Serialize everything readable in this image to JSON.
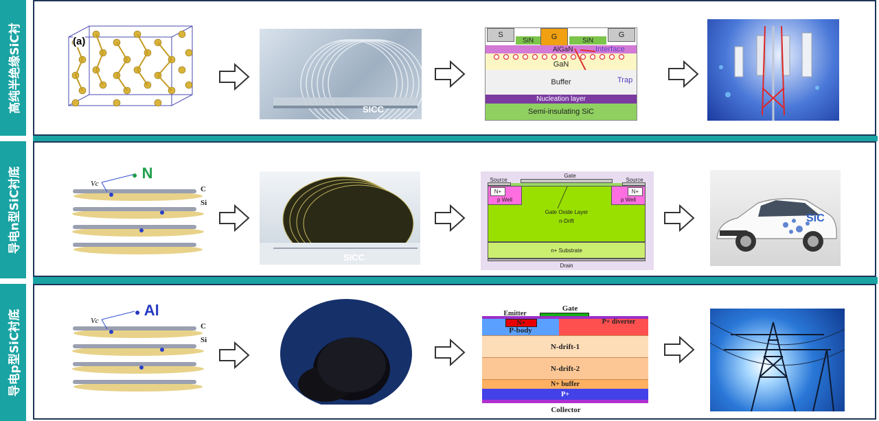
{
  "rows": [
    {
      "label": "高纯半绝缘SiC衬",
      "crystal_tag": "(a)",
      "wafer_text": "SICC",
      "device": {
        "top": [
          "S",
          "G",
          "G"
        ],
        "sin_left": "SiN",
        "sin_right": "SiN",
        "algan": "AlGaN",
        "interface": "Interface",
        "gan": "GaN",
        "buffer": "Buffer",
        "trap": "Trap",
        "nucleation": "Nucleation layer",
        "substrate": "Semi-insulating SiC"
      },
      "app_icon": "telecom-tower-image"
    },
    {
      "label": "导电n型SiC衬底",
      "dopant": "N",
      "vc": "Vc",
      "c_label": "C",
      "si_label": "Si",
      "wafer_text": "SICC",
      "device": {
        "gate": "Gate",
        "source_left": "Source",
        "source_right": "Source",
        "nplus_left": "N+",
        "nplus_right": "N+",
        "pwell_left": "p Well",
        "pwell_right": "p Well",
        "oxide": "Gate Oxide Layer",
        "drift": "n-Drift",
        "substrate": "n+ Substrate",
        "drain": "Drain"
      },
      "app_icon": "electric-car-image",
      "car_text": "SiC"
    },
    {
      "label": "导电p型SiC衬底",
      "dopant": "Al",
      "vc": "Vc",
      "c_label": "C",
      "si_label": "Si",
      "device": {
        "emitter": "Emitter",
        "gate": "Gate",
        "nplus": "N+",
        "pplus_diverter": "P+ diverter",
        "pbody": "P-body",
        "drift1": "N-drift-1",
        "drift2": "N-drift-2",
        "nbuffer": "N+ buffer",
        "pplus": "P+",
        "collector": "Collector"
      },
      "app_icon": "power-pylon-image"
    }
  ],
  "colors": {
    "accent": "#1aa3a3",
    "frame": "#1f3558",
    "dopant_n": "#1e9e4a",
    "dopant_al": "#2238c0"
  }
}
